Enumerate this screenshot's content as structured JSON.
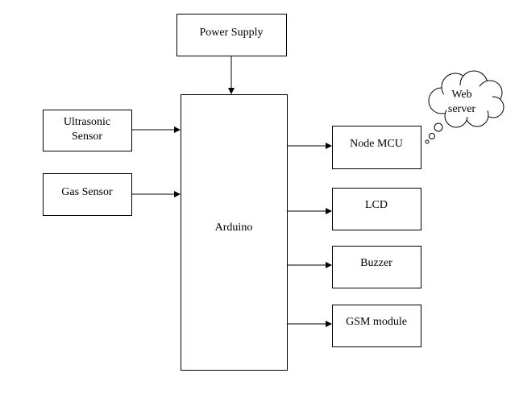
{
  "diagram": {
    "power_supply": "Power Supply",
    "ultrasonic_line1": "Ultrasonic",
    "ultrasonic_line2": "Sensor",
    "gas_sensor": "Gas Sensor",
    "arduino": "Arduino",
    "node_mcu": "Node MCU",
    "lcd": "LCD",
    "buzzer": "Buzzer",
    "gsm_module": "GSM module",
    "web_server_line1": "Web",
    "web_server_line2": "server"
  }
}
